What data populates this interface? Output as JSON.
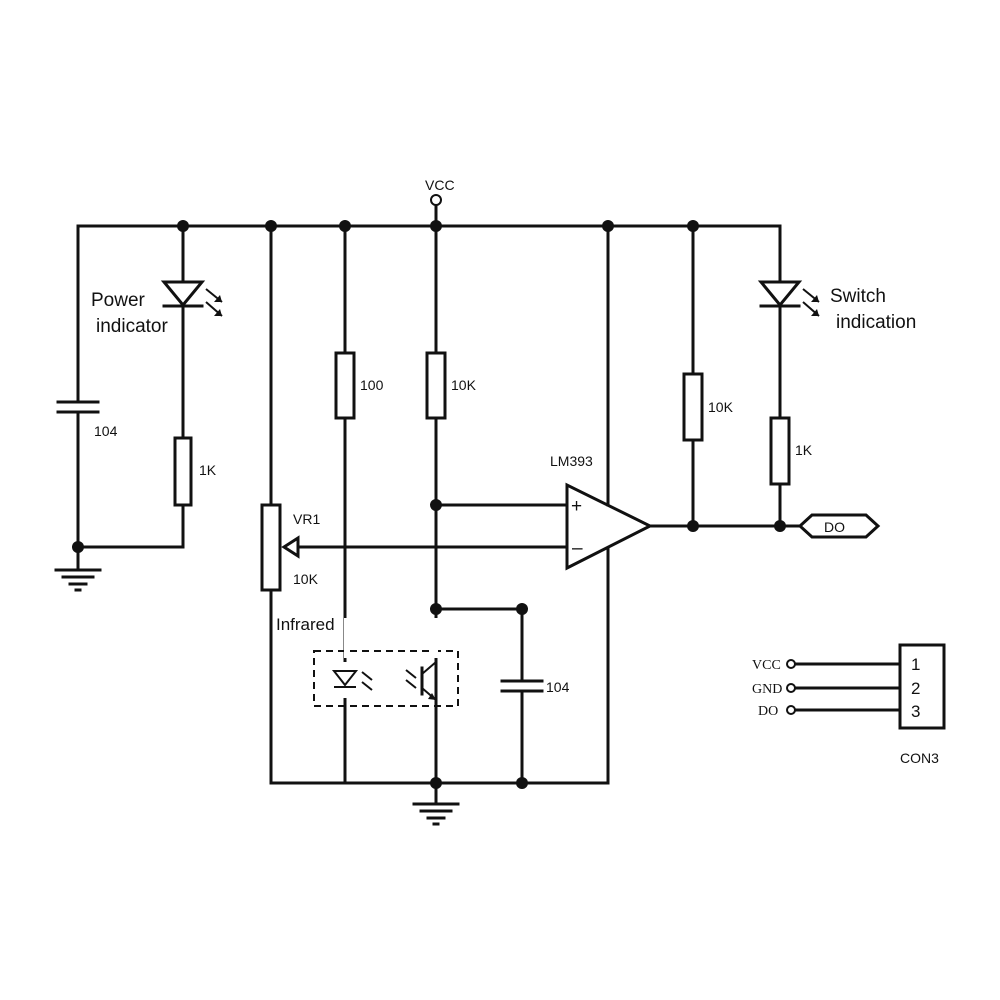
{
  "labels": {
    "vcc_top": "VCC",
    "cap_left": "104",
    "power_indicator_line1": "Power",
    "power_indicator_line2": "indicator",
    "res_power_led": "1K",
    "res_100": "100",
    "res_10k_mid": "10K",
    "vr1": "VR1",
    "vr1_value": "10K",
    "infrared": "Infrared",
    "cap_mid": "104",
    "comparator": "LM393",
    "plus_sign": "+",
    "minus_sign": "–",
    "res_10k_right": "10K",
    "res_switch_led": "1K",
    "switch_indication_line1": "Switch",
    "switch_indication_line2": "indication",
    "do_port": "DO"
  },
  "connector": {
    "name": "CON3",
    "pins": [
      {
        "signal": "VCC",
        "number": "1"
      },
      {
        "signal": "GND",
        "number": "2"
      },
      {
        "signal": "DO",
        "number": "3"
      }
    ]
  },
  "icons": [
    "led-icon",
    "phototransistor-icon",
    "ground-icon",
    "capacitor-icon",
    "resistor-icon",
    "potentiometer-icon",
    "comparator-icon"
  ]
}
